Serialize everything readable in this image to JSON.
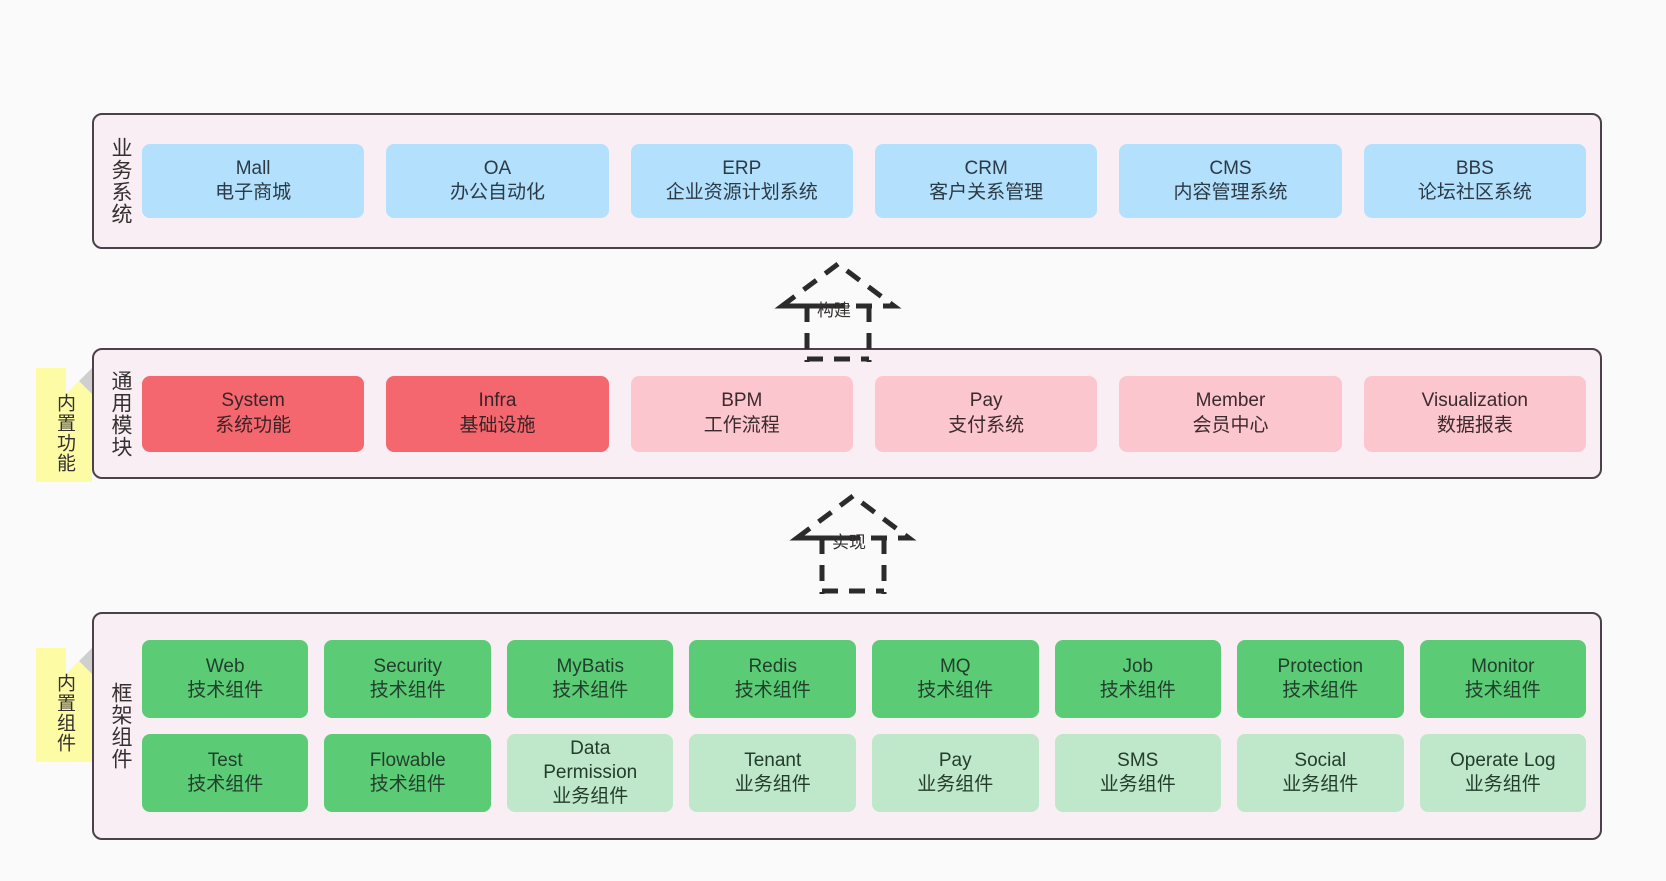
{
  "diagram": {
    "background_color": "#fafafa",
    "layer_fill": "#faeef5",
    "layer_border": "#4a414b",
    "sticky_color": "#fdfba4",
    "colors": {
      "business": "#b3e0fd",
      "module_core": "#f4676e",
      "module_extra": "#fbc6cd",
      "tech_component": "#5ccb76",
      "biz_component": "#bfe7c9"
    }
  },
  "layers": [
    {
      "id": "business-system",
      "title": "业务系统",
      "rows": [
        {
          "nodes": [
            {
              "name": "Mall",
              "sub": "电子商城",
              "style": "blue"
            },
            {
              "name": "OA",
              "sub": "办公自动化",
              "style": "blue"
            },
            {
              "name": "ERP",
              "sub": "企业资源计划系统",
              "style": "blue"
            },
            {
              "name": "CRM",
              "sub": "客户关系管理",
              "style": "blue"
            },
            {
              "name": "CMS",
              "sub": "内容管理系统",
              "style": "blue"
            },
            {
              "name": "BBS",
              "sub": "论坛社区系统",
              "style": "blue"
            }
          ]
        }
      ]
    },
    {
      "id": "common-module",
      "title": "通用模块",
      "sticky": "内置功能",
      "rows": [
        {
          "nodes": [
            {
              "name": "System",
              "sub": "系统功能",
              "style": "red"
            },
            {
              "name": "Infra",
              "sub": "基础设施",
              "style": "red"
            },
            {
              "name": "BPM",
              "sub": "工作流程",
              "style": "pink"
            },
            {
              "name": "Pay",
              "sub": "支付系统",
              "style": "pink"
            },
            {
              "name": "Member",
              "sub": "会员中心",
              "style": "pink"
            },
            {
              "name": "Visualization",
              "sub": "数据报表",
              "style": "pink"
            }
          ]
        }
      ]
    },
    {
      "id": "framework-component",
      "title": "框架组件",
      "sticky": "内置组件",
      "rows": [
        {
          "nodes": [
            {
              "name": "Web",
              "sub": "技术组件",
              "style": "green"
            },
            {
              "name": "Security",
              "sub": "技术组件",
              "style": "green"
            },
            {
              "name": "MyBatis",
              "sub": "技术组件",
              "style": "green"
            },
            {
              "name": "Redis",
              "sub": "技术组件",
              "style": "green"
            },
            {
              "name": "MQ",
              "sub": "技术组件",
              "style": "green"
            },
            {
              "name": "Job",
              "sub": "技术组件",
              "style": "green"
            },
            {
              "name": "Protection",
              "sub": "技术组件",
              "style": "green"
            },
            {
              "name": "Monitor",
              "sub": "技术组件",
              "style": "green"
            }
          ]
        },
        {
          "nodes": [
            {
              "name": "Test",
              "sub": "技术组件",
              "style": "green"
            },
            {
              "name": "Flowable",
              "sub": "技术组件",
              "style": "green"
            },
            {
              "name": "Data",
              "name2": "Permission",
              "sub": "业务组件",
              "style": "lgreen"
            },
            {
              "name": "Tenant",
              "sub": "业务组件",
              "style": "lgreen"
            },
            {
              "name": "Pay",
              "sub": "业务组件",
              "style": "lgreen"
            },
            {
              "name": "SMS",
              "sub": "业务组件",
              "style": "lgreen"
            },
            {
              "name": "Social",
              "sub": "业务组件",
              "style": "lgreen"
            },
            {
              "name": "Operate Log",
              "sub": "业务组件",
              "style": "lgreen"
            }
          ]
        }
      ]
    }
  ],
  "connectors": [
    {
      "id": "build",
      "label": "构建",
      "from": "common-module",
      "to": "business-system"
    },
    {
      "id": "implement",
      "label": "实现",
      "from": "framework-component",
      "to": "common-module"
    }
  ]
}
